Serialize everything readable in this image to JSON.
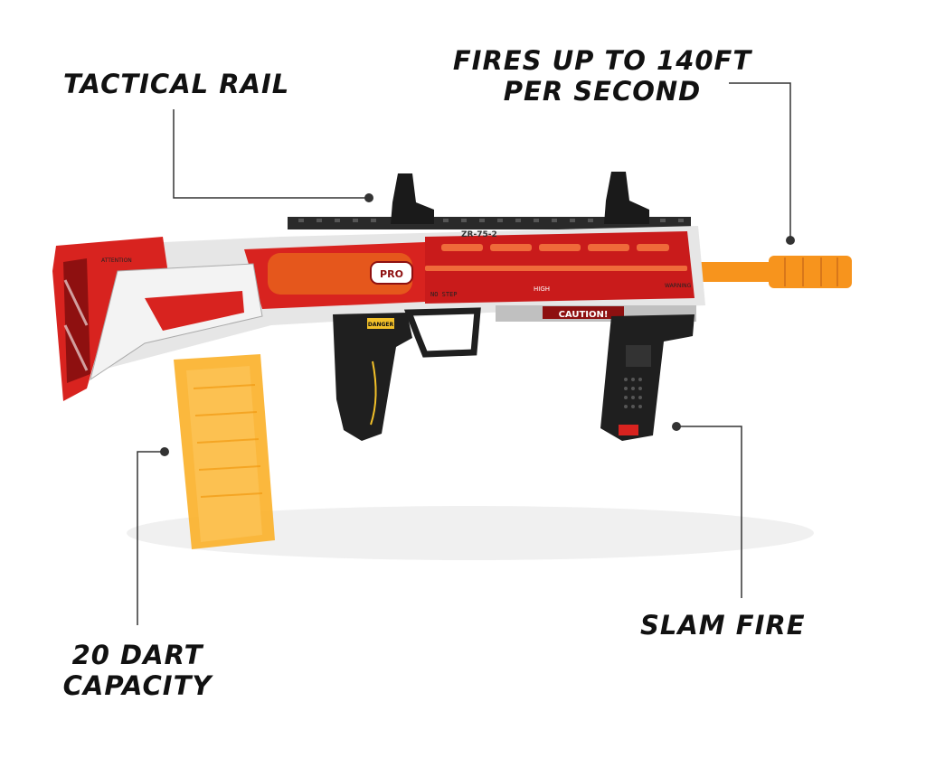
{
  "callouts": {
    "tactical_rail": "TACTICAL RAIL",
    "fires_line1": "FIRES UP TO 140FT",
    "fires_line2": "PER SECOND",
    "slam_fire": "SLAM FIRE",
    "capacity_line1": "20 DART",
    "capacity_line2": "CAPACITY"
  },
  "blaster_markings": {
    "pro": "PRO",
    "caution": "CAUTION!",
    "no_step": "NO STEP",
    "danger": "DANGER",
    "warning": "WARNING",
    "attention": "ATTENTION",
    "model": "ZR-75-2",
    "high": "HIGH"
  },
  "colors": {
    "red": "#d8231f",
    "dark_red": "#8e1010",
    "orange": "#f7941d",
    "silver": "#e6e6e6",
    "black": "#1a1a1a",
    "magazine": "#fba31c"
  }
}
